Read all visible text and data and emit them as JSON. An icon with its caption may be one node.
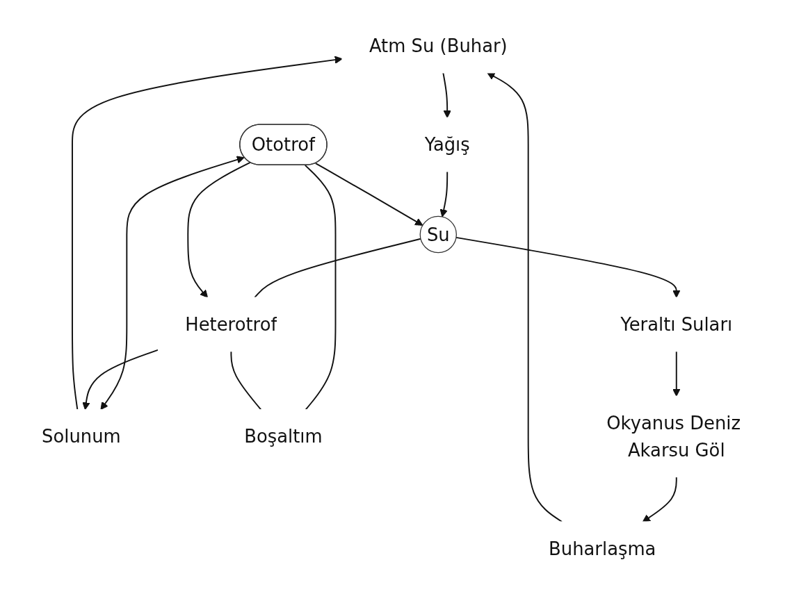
{
  "diagram": {
    "nodes": [
      {
        "text": [
          "Atm Su (Buhar)"
        ]
      },
      {
        "text": [
          "Buharlaşma"
        ]
      },
      {
        "text": [
          "Yağış"
        ]
      },
      {
        "text": [
          "Solunum"
        ]
      },
      {
        "text": [
          "Su"
        ]
      },
      {
        "text": [
          "Ototrof"
        ]
      },
      {
        "text": [
          "Heterotrof"
        ]
      },
      {
        "text": [
          "Boşaltım"
        ]
      },
      {
        "text": [
          "Yeraltı Suları"
        ]
      },
      {
        "text": [
          "Okyanus Deniz Akarsu Göl"
        ]
      }
    ],
    "edges": [
      {
        "from": 1,
        "to": 0,
        "arrow": "to"
      },
      {
        "from": 0,
        "to": 2,
        "arrow": "to"
      },
      {
        "from": 2,
        "to": 4,
        "arrow": "to"
      },
      {
        "from": 5,
        "to": 4,
        "arrow": "to"
      },
      {
        "from": 4,
        "to": 6,
        "arrow": "none"
      },
      {
        "from": 5,
        "to": 3,
        "arrow": "both"
      },
      {
        "from": 6,
        "to": 3,
        "arrow": "to"
      },
      {
        "from": 5,
        "to": 6,
        "arrow": "to"
      },
      {
        "from": 5,
        "to": 7,
        "arrow": "none"
      },
      {
        "from": 6,
        "to": 7,
        "arrow": "none"
      },
      {
        "from": 3,
        "to": 0,
        "arrow": "to"
      },
      {
        "from": 4,
        "to": 8,
        "arrow": "to"
      },
      {
        "from": 8,
        "to": 9,
        "arrow": "to"
      },
      {
        "from": 9,
        "to": 1,
        "arrow": "to"
      }
    ]
  }
}
